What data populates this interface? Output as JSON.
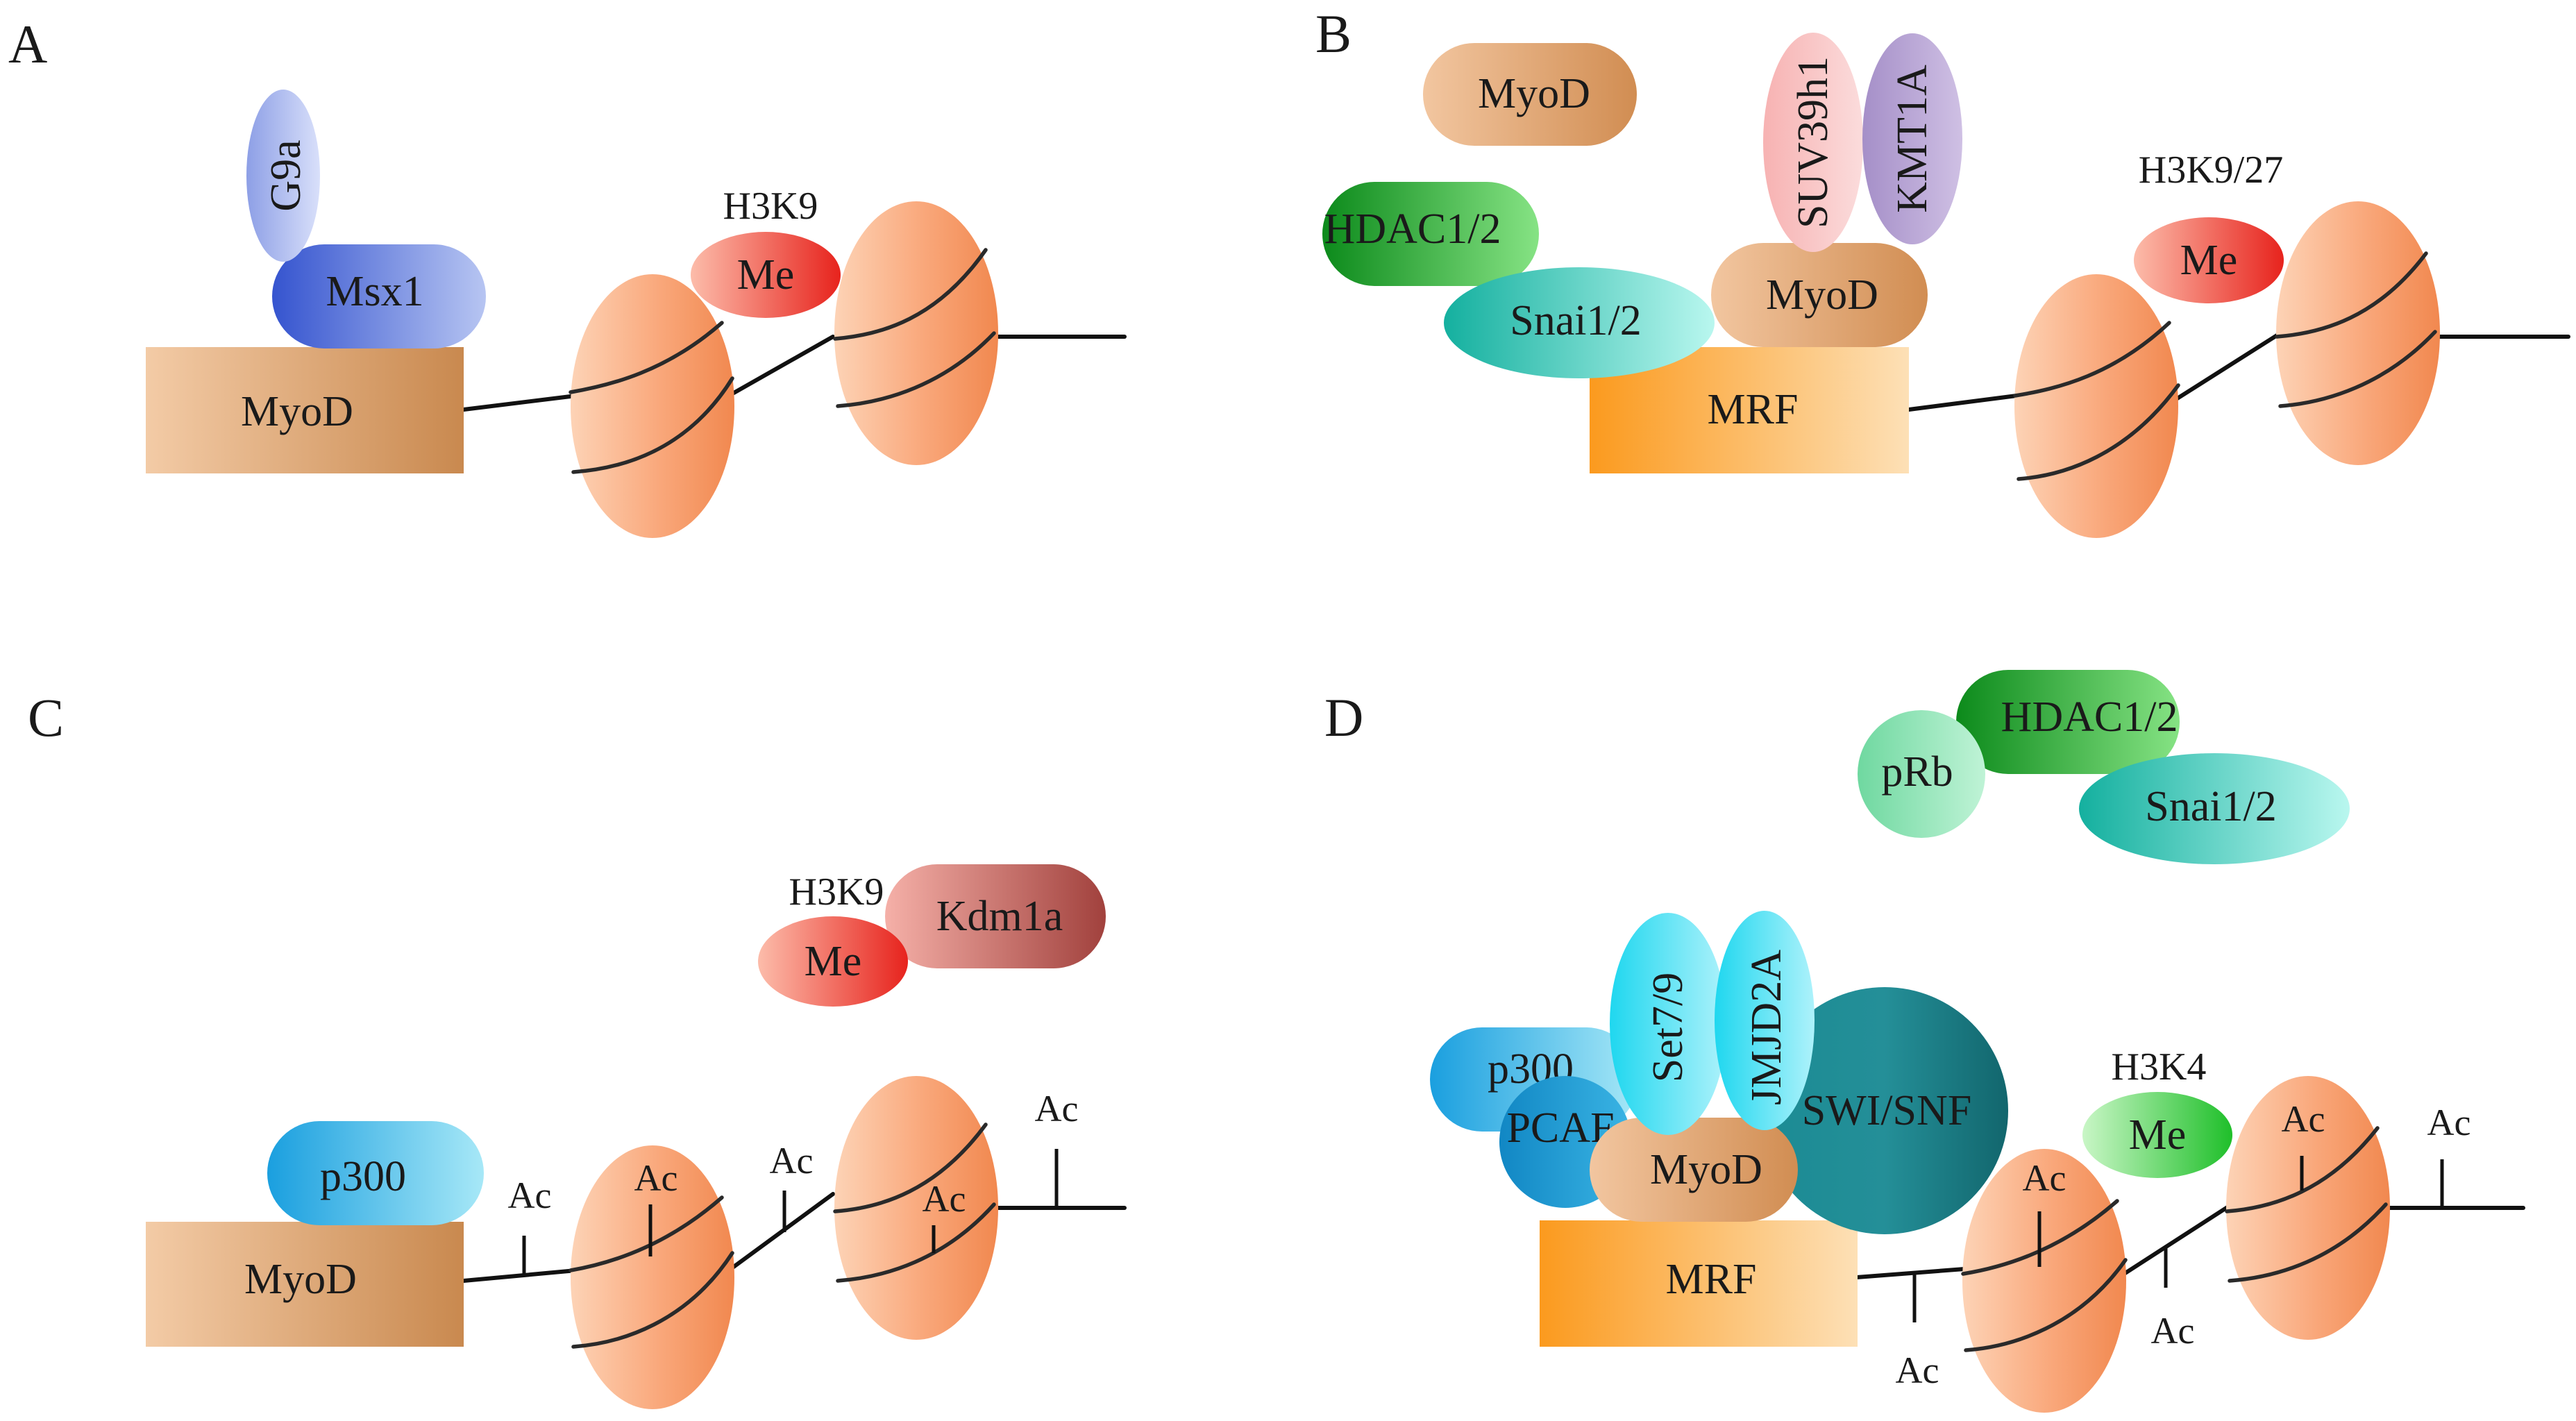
{
  "panels": {
    "a": {
      "letter": "A",
      "g9a": "G9a",
      "msx1": "Msx1",
      "myod": "MyoD",
      "mark": "H3K9",
      "me": "Me"
    },
    "b": {
      "letter": "B",
      "myod_top": "MyoD",
      "suv39h1": "SUV39h1",
      "kmt1a": "KMT1A",
      "hdac": "HDAC1/2",
      "snai": "Snai1/2",
      "myod": "MyoD",
      "mrf": "MRF",
      "mark": "H3K9/27",
      "me": "Me"
    },
    "c": {
      "letter": "C",
      "p300": "p300",
      "myod": "MyoD",
      "mark": "H3K9",
      "me": "Me",
      "kdm1a": "Kdm1a",
      "ac": "Ac"
    },
    "d": {
      "letter": "D",
      "prb": "pRb",
      "hdac": "HDAC1/2",
      "snai": "Snai1/2",
      "p300": "p300",
      "pcaf": "PCAF",
      "set79": "Set7/9",
      "jmjd2a": "JMJD2A",
      "swisnf": "SWI/SNF",
      "myod": "MyoD",
      "mrf": "MRF",
      "mark": "H3K4",
      "me": "Me",
      "ac": "Ac"
    }
  },
  "colors": {
    "myod_box": [
      "#f3cba6",
      "#c9894f"
    ],
    "mrf_box": [
      "#fb9a1e",
      "#fde0b6"
    ],
    "nucleosome": [
      "#fdd1b3",
      "#f48e5b"
    ],
    "me_red": [
      "#fcbaa8",
      "#e82a22"
    ],
    "me_green": [
      "#c8f5c4",
      "#22c02c"
    ],
    "blue_msx": [
      "#3d5ad2",
      "#b9c6f2"
    ],
    "hdac_green": [
      "#0f8b1e",
      "#7ee07e"
    ],
    "snai_teal": [
      "#13b3a3",
      "#b5f6ee"
    ],
    "p300_blue": [
      "#1ca3e0",
      "#a5e7f6"
    ],
    "swisnf_teal": [
      "#1a7f87",
      "#0f6e74"
    ]
  }
}
